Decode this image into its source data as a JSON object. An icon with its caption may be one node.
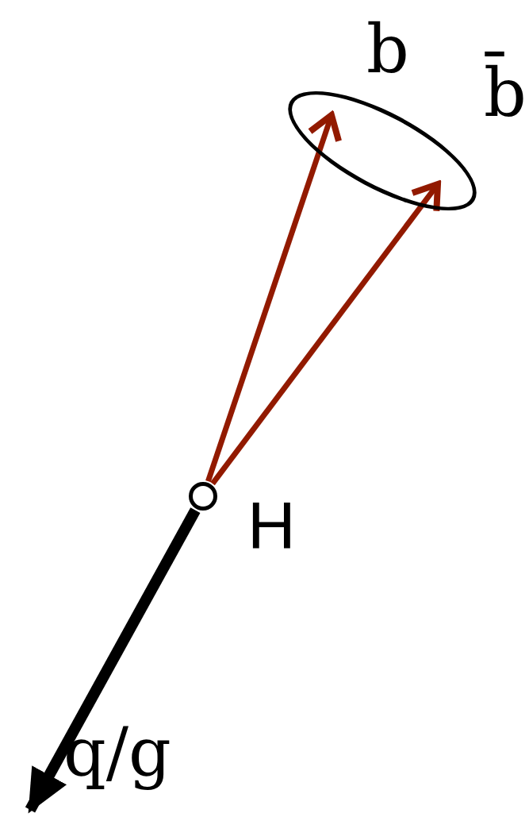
{
  "diagram": {
    "nodes": [
      {
        "text": [],
        "shape": "circle",
        "beside": [
          "H"
        ]
      },
      {
        "text": [],
        "shape": "ellipse"
      }
    ],
    "edges": [
      {
        "from": 0,
        "to": 1,
        "arrow": "to",
        "color": "#921a00"
      },
      {
        "from": 0,
        "to": 1,
        "arrow": "to",
        "color": "#921a00"
      },
      {
        "from": 0,
        "to": null,
        "arrow": "to",
        "style": "thick",
        "color": "#000000"
      }
    ],
    "labels": [
      "b",
      "b̄",
      "q/g"
    ]
  }
}
